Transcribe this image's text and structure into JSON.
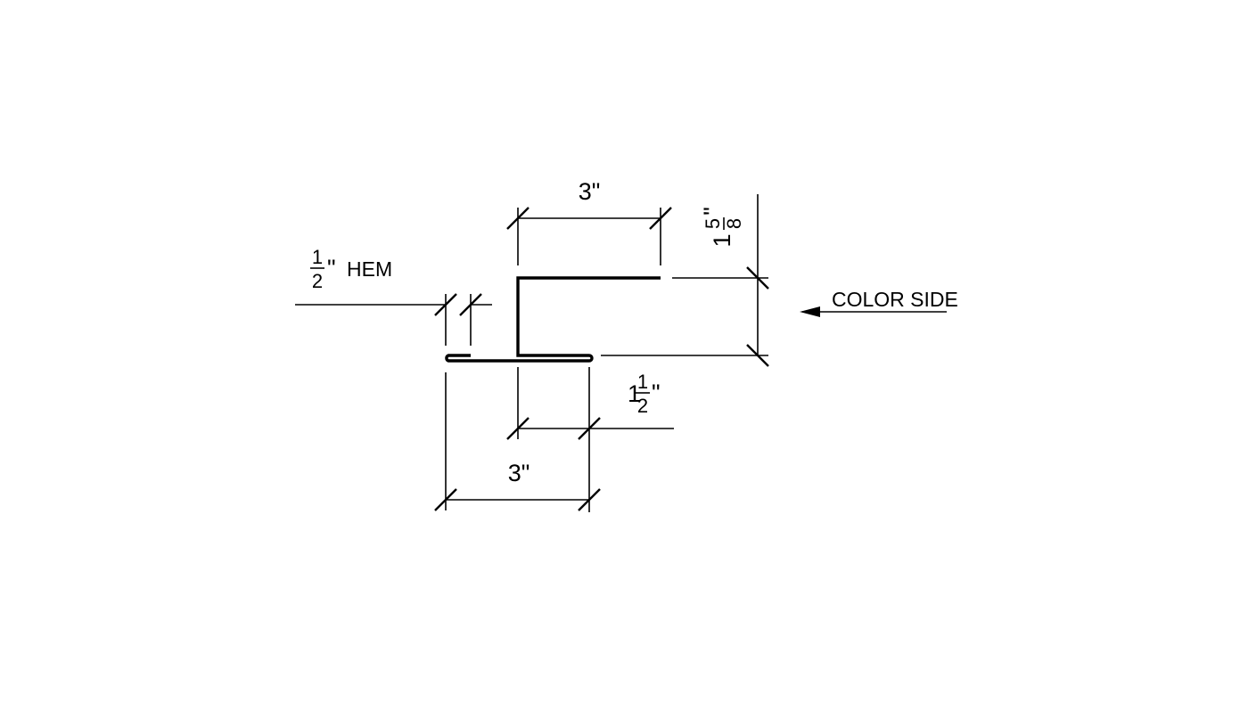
{
  "drawing": {
    "dimensions": {
      "top_width": "3\"",
      "bottom_width": "3\"",
      "flange_width_whole": "1",
      "flange_width_num": "1",
      "flange_width_den": "2",
      "flange_width_inch": "\"",
      "depth_num": "5",
      "depth_den": "8",
      "depth_whole": "1",
      "depth_inch": "\"",
      "hem_num": "1",
      "hem_den": "2",
      "hem_inch": "\"",
      "hem_label": "HEM"
    },
    "notes": {
      "color_side": "COLOR SIDE"
    }
  }
}
